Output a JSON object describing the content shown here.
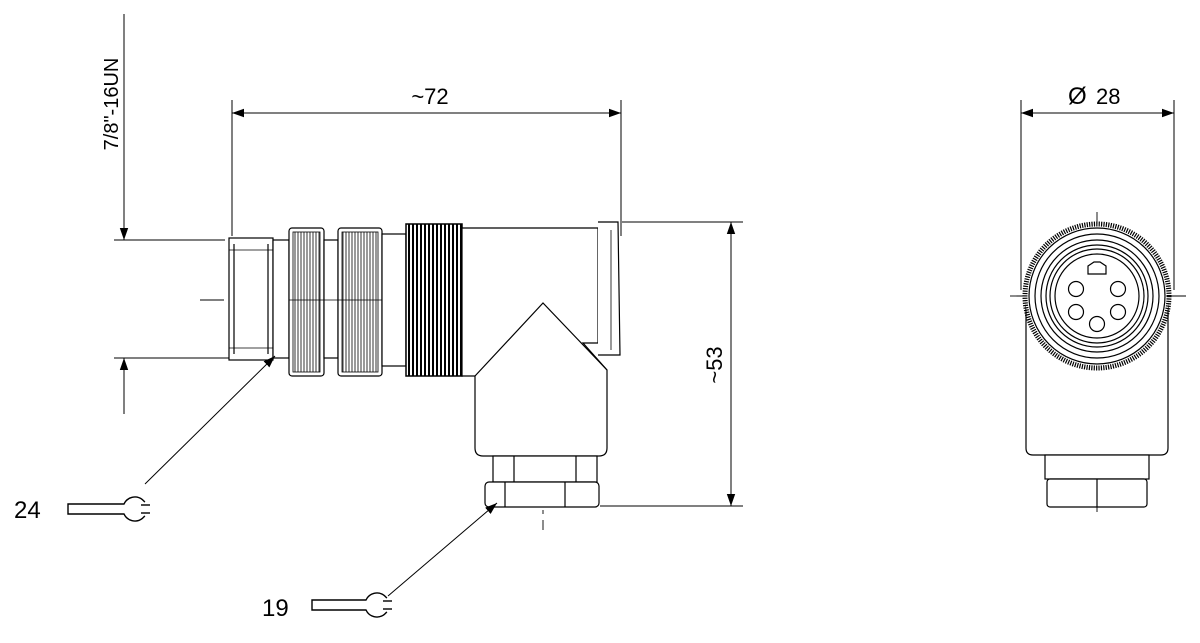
{
  "dimensions": {
    "thread": "7/8\"-16UN",
    "length": "~72",
    "height": "~53",
    "diameter": "28",
    "diameter_symbol": "Ø"
  },
  "wrench_callouts": [
    {
      "size": "24",
      "icon": "wrench-icon"
    },
    {
      "size": "19",
      "icon": "wrench-icon"
    }
  ],
  "colors": {
    "line": "#000000",
    "background": "#ffffff"
  }
}
